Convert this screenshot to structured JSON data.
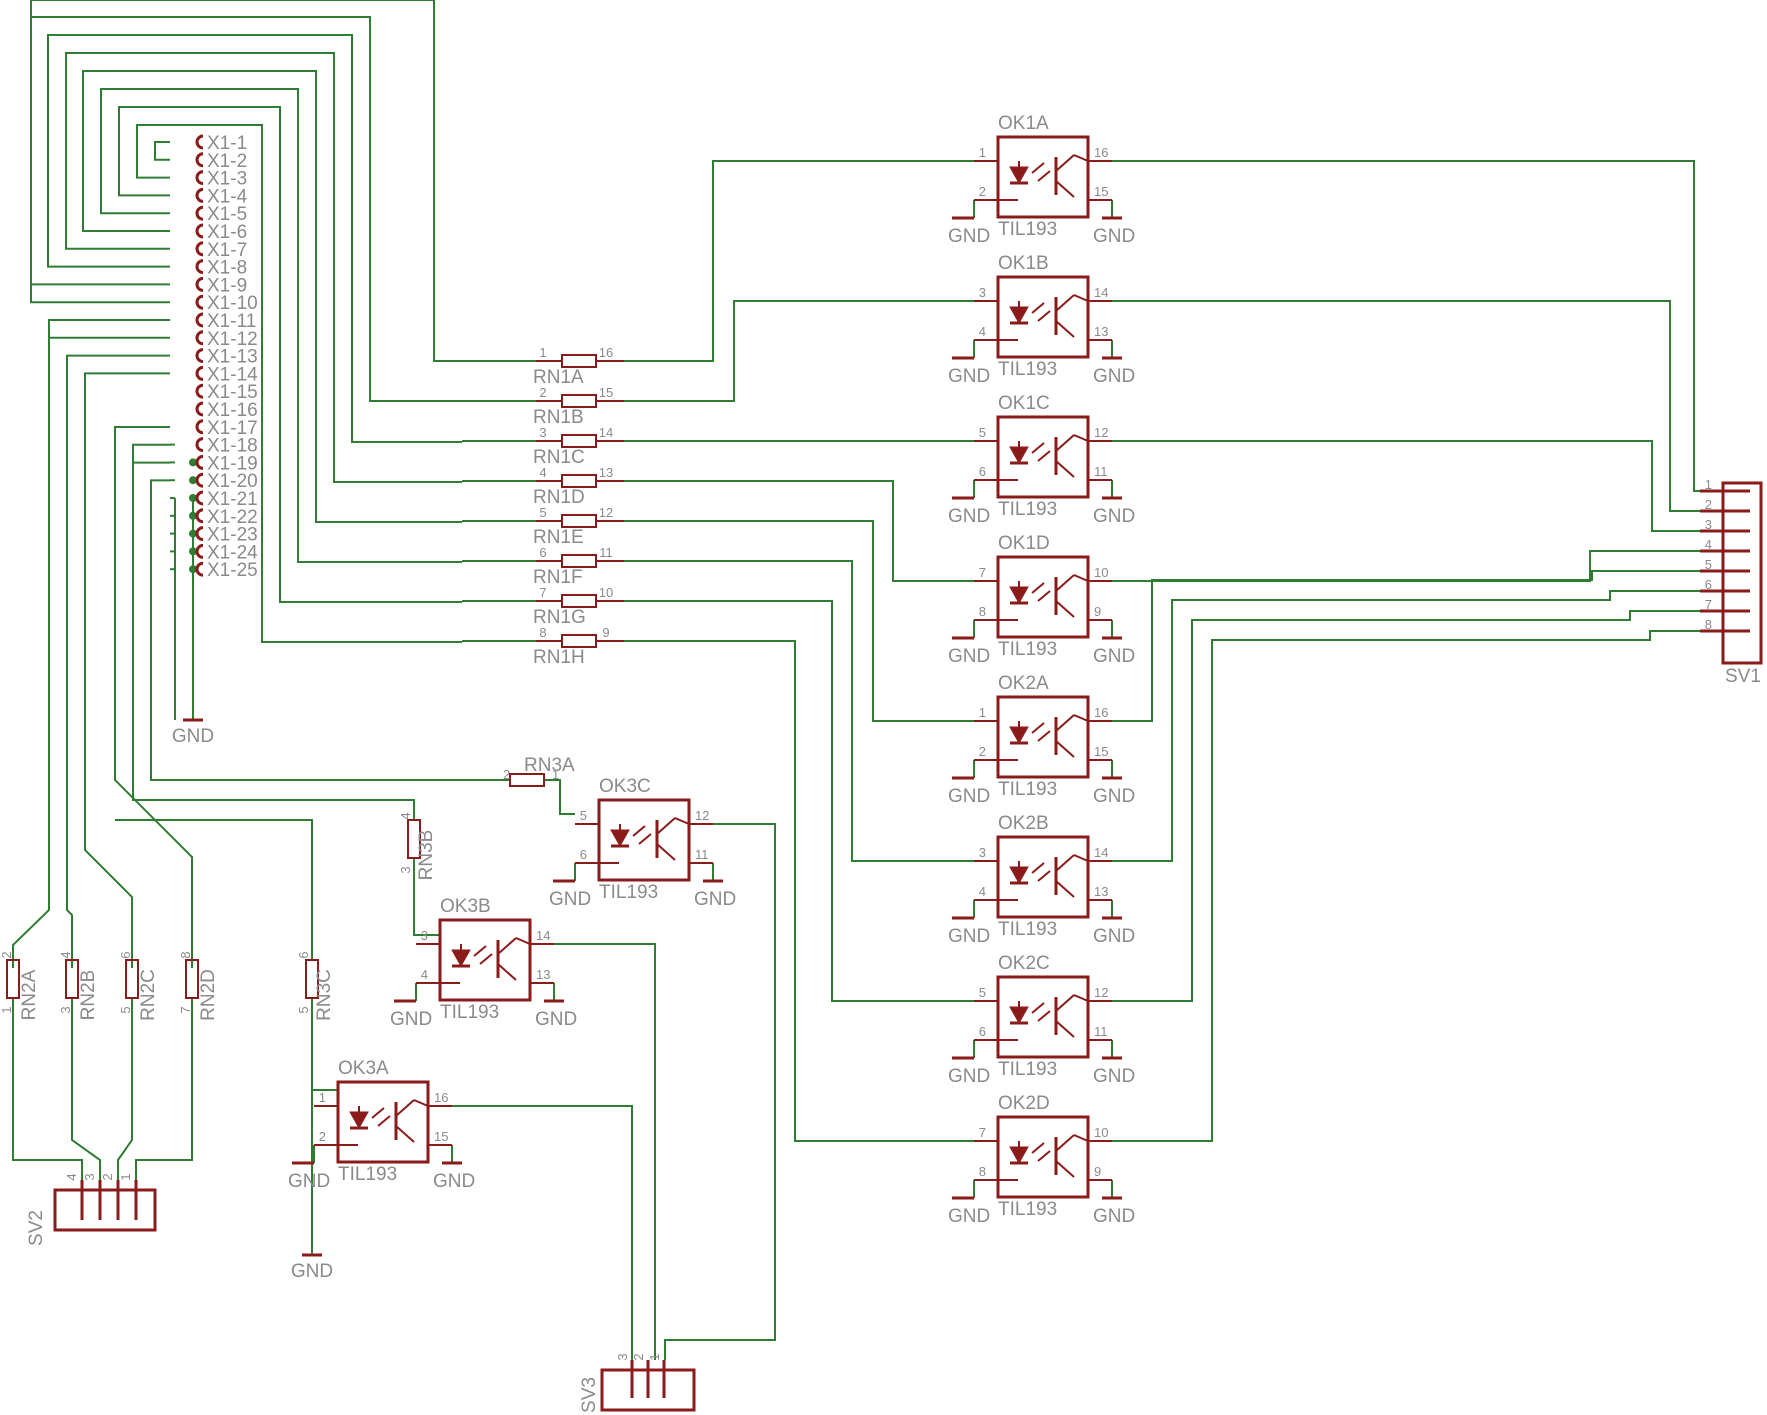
{
  "colors": {
    "wire": "#2f7d32",
    "symbol": "#8b1a1a",
    "text": "#8a8a8a",
    "background": "#ffffff"
  },
  "gnd": "GND",
  "x1": {
    "labels": [
      "X1-1",
      "X1-2",
      "X1-3",
      "X1-4",
      "X1-5",
      "X1-6",
      "X1-7",
      "X1-8",
      "X1-9",
      "X1-10",
      "X1-11",
      "X1-12",
      "X1-13",
      "X1-14",
      "X1-15",
      "X1-16",
      "X1-17",
      "X1-18",
      "X1-19",
      "X1-20",
      "X1-21",
      "X1-22",
      "X1-23",
      "X1-24",
      "X1-25"
    ]
  },
  "rn1": [
    {
      "name": "RN1A",
      "pa": "1",
      "pb": "16"
    },
    {
      "name": "RN1B",
      "pa": "2",
      "pb": "15"
    },
    {
      "name": "RN1C",
      "pa": "3",
      "pb": "14"
    },
    {
      "name": "RN1D",
      "pa": "4",
      "pb": "13"
    },
    {
      "name": "RN1E",
      "pa": "5",
      "pb": "12"
    },
    {
      "name": "RN1F",
      "pa": "6",
      "pb": "11"
    },
    {
      "name": "RN1G",
      "pa": "7",
      "pb": "10"
    },
    {
      "name": "RN1H",
      "pa": "8",
      "pb": "9"
    }
  ],
  "optos": [
    {
      "name": "OK1A",
      "type": "TIL193",
      "p1": "1",
      "p2": "2",
      "p3": "16",
      "p4": "15"
    },
    {
      "name": "OK1B",
      "type": "TIL193",
      "p1": "3",
      "p2": "4",
      "p3": "14",
      "p4": "13"
    },
    {
      "name": "OK1C",
      "type": "TIL193",
      "p1": "5",
      "p2": "6",
      "p3": "12",
      "p4": "11"
    },
    {
      "name": "OK1D",
      "type": "TIL193",
      "p1": "7",
      "p2": "8",
      "p3": "10",
      "p4": "9"
    },
    {
      "name": "OK2A",
      "type": "TIL193",
      "p1": "1",
      "p2": "2",
      "p3": "16",
      "p4": "15"
    },
    {
      "name": "OK2B",
      "type": "TIL193",
      "p1": "3",
      "p2": "4",
      "p3": "14",
      "p4": "13"
    },
    {
      "name": "OK2C",
      "type": "TIL193",
      "p1": "5",
      "p2": "6",
      "p3": "12",
      "p4": "11"
    },
    {
      "name": "OK2D",
      "type": "TIL193",
      "p1": "7",
      "p2": "8",
      "p3": "10",
      "p4": "9"
    }
  ],
  "ok3": [
    {
      "name": "OK3A",
      "type": "TIL193",
      "p1": "1",
      "p2": "2",
      "p3": "16",
      "p4": "15"
    },
    {
      "name": "OK3B",
      "type": "TIL193",
      "p1": "3",
      "p2": "4",
      "p3": "14",
      "p4": "13"
    },
    {
      "name": "OK3C",
      "type": "TIL193",
      "p1": "5",
      "p2": "6",
      "p3": "12",
      "p4": "11"
    }
  ],
  "rn2": [
    {
      "name": "RN2A",
      "pt": "2",
      "pb": "1"
    },
    {
      "name": "RN2B",
      "pt": "4",
      "pb": "3"
    },
    {
      "name": "RN2C",
      "pt": "6",
      "pb": "5"
    },
    {
      "name": "RN2D",
      "pt": "8",
      "pb": "7"
    }
  ],
  "rn3": [
    {
      "name": "RN3A",
      "pa": "2",
      "pb": "1"
    },
    {
      "name": "RN3B",
      "pt": "4",
      "pb": "3"
    },
    {
      "name": "RN3C",
      "pt": "6",
      "pb": "5"
    }
  ],
  "sv1": {
    "name": "SV1",
    "pins": [
      "1",
      "2",
      "3",
      "4",
      "5",
      "6",
      "7",
      "8"
    ]
  },
  "sv2": {
    "name": "SV2",
    "pins": [
      "4",
      "3",
      "2",
      "1"
    ]
  },
  "sv3": {
    "name": "SV3",
    "pins": [
      "3",
      "2",
      "1"
    ]
  }
}
